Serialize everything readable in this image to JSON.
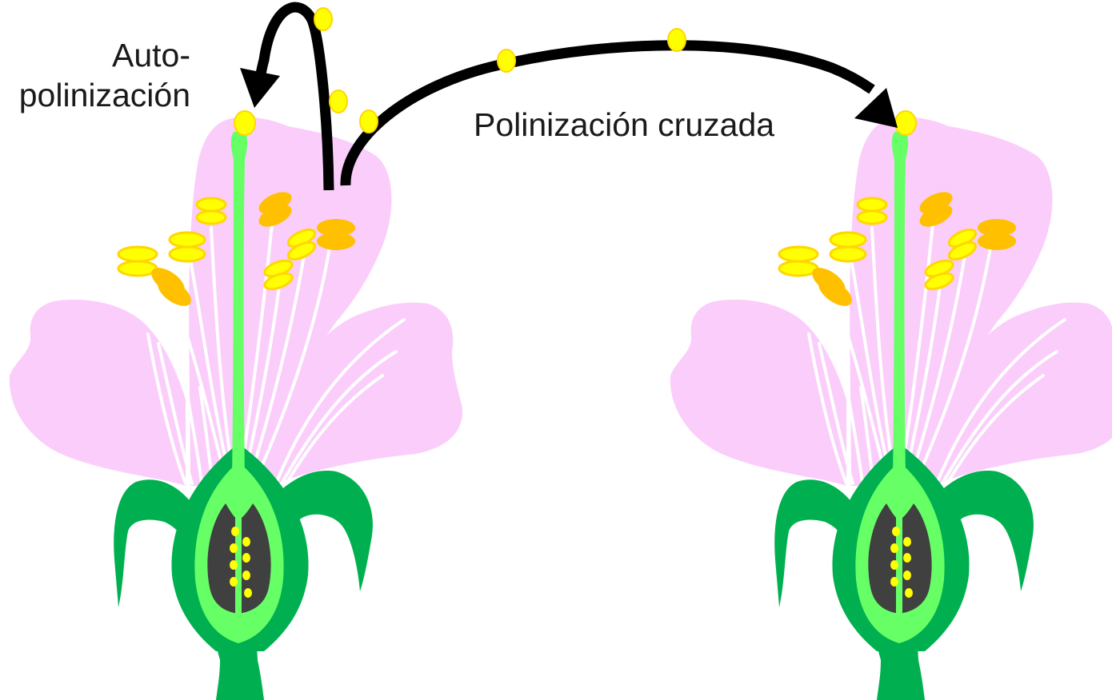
{
  "labels": {
    "self_pollination": [
      "Auto-",
      "polinización"
    ],
    "cross_pollination": "Polinización cruzada"
  },
  "colors": {
    "petal": "#fbcdfb",
    "petal_vein": "#ffffff",
    "sepal": "#00b050",
    "ovary_wall": "#66ff66",
    "style": "#66ff66",
    "ovary_cavity": "#404040",
    "pollen": "#ffff00",
    "pollen_outline": "#ffd700",
    "anther_yellow": "#ffff00",
    "anther_orange": "#ffc000",
    "arrow": "#000000",
    "text": "#1a1a1a"
  },
  "flowers": [
    {
      "id": "left-flower",
      "role": "donor"
    },
    {
      "id": "right-flower",
      "role": "recipient"
    }
  ],
  "arrows": [
    {
      "id": "self-pollination-arrow",
      "label_ref": "self_pollination"
    },
    {
      "id": "cross-pollination-arrow",
      "label_ref": "cross_pollination"
    }
  ]
}
